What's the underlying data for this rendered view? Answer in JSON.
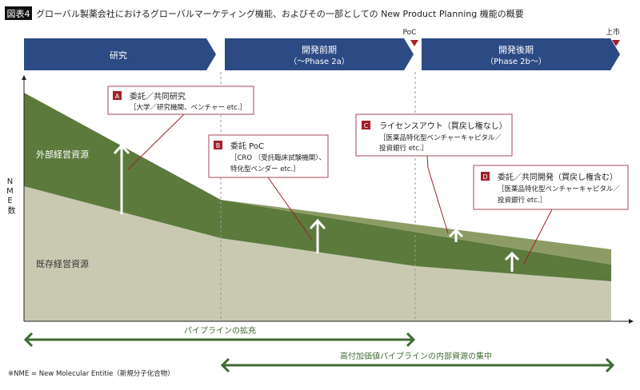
{
  "title": {
    "badge": "図表4",
    "text": "グローバル製薬会社におけるグローバルマーケティング機能、およびその一部としての New Product Planning 機能の概要"
  },
  "phases": [
    {
      "line1": "研究",
      "line2": ""
    },
    {
      "line1": "開発前期",
      "line2": "（〜Phase 2a）"
    },
    {
      "line1": "開発後期",
      "line2": "（Phase 2b〜）"
    }
  ],
  "milestones": {
    "poc": "PoC",
    "launch": "上市"
  },
  "yaxis_label": "NME数",
  "regions": {
    "external": "外部経営資源",
    "existing": "既存経営資源"
  },
  "callouts": [
    {
      "letter": "A",
      "title": "委託／共同研究",
      "lines": [
        "［大学／研究機関、ベンチャー etc.］"
      ]
    },
    {
      "letter": "B",
      "title": "委託 PoC",
      "lines": [
        "［CRO （受託臨床試験機関）、",
        "特化型ベンダー etc.］"
      ]
    },
    {
      "letter": "C",
      "title": "ライセンスアウト（買戻し権なし）",
      "lines": [
        "［医薬品特化型ベンチャーキャピタル／",
        "投資銀行 etc.］"
      ]
    },
    {
      "letter": "D",
      "title": "委託／共同開発（買戻し権含む）",
      "lines": [
        "［医薬品特化型ベンチャーキャピタル／",
        "投資銀行 etc.］"
      ]
    }
  ],
  "bottom_arrows": {
    "expand": "パイプラインの拡充",
    "focus": "高付加価値パイプラインの内部資源の集中"
  },
  "footnote": "※NME = New Molecular Entitie（新規分子化合物）",
  "colors": {
    "phase": "#2c4a84",
    "dark_green": "#5b7a3c",
    "olive": "#8c9c64",
    "tan": "#c9c9b2",
    "accent_red": "#a3202a",
    "arrow_green": "#3f6b34"
  }
}
